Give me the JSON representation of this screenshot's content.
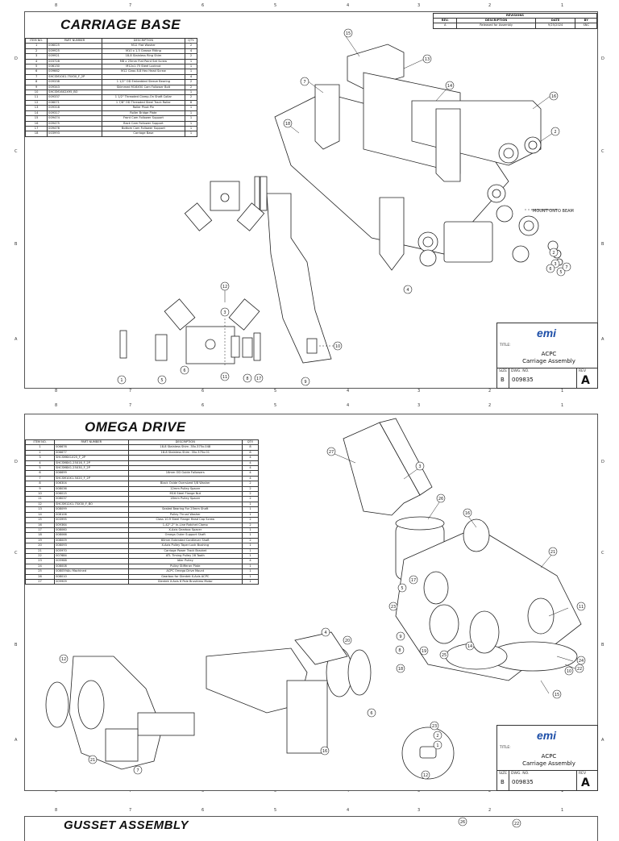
{
  "zones": {
    "columns": [
      "8",
      "7",
      "6",
      "5",
      "4",
      "3",
      "2",
      "1"
    ],
    "rows": [
      "D",
      "C",
      "B",
      "A"
    ]
  },
  "sheet1": {
    "title": "CARRIAGE BASE",
    "bom_headers": [
      "ITEM NO.",
      "PART NUMBER",
      "DESCRIPTION",
      "QTY."
    ],
    "bom_rows": [
      [
        "1",
        "006025",
        "M12 Flat Washer",
        "2"
      ],
      [
        "2",
        "009925",
        "M10 x 1.5 Grease Fitting",
        "4"
      ],
      [
        "3",
        "009921",
        "18-8 Stainless Ring Shim",
        "2"
      ],
      [
        "4",
        "003728",
        "M8 x 25mm Flat Point Set Screw",
        "1"
      ],
      [
        "5",
        "006130",
        "M12x1.75 Steel Locknut",
        "1"
      ],
      [
        "6",
        "009662",
        "M12 Class 8.8 Hex Head Screw",
        "1"
      ],
      [
        "7",
        "SHCSM10X1.75X30_F_2P",
        "",
        "4"
      ],
      [
        "8",
        "009338",
        "1 1/2\" OD Embedded Sleeve Bearing",
        "2"
      ],
      [
        "9",
        "009343",
        "Skimmed M16X50 Cam Follower Bolt",
        "2"
      ],
      [
        "10",
        "SHCSM16X2X95_BO",
        "",
        "1"
      ],
      [
        "11",
        "009337",
        "1 1/2\" Threaded Clamp-On Shaft Collar",
        "2"
      ],
      [
        "12",
        "006071",
        "1 7/8\" OD Threaded Steel Track Roller",
        "8"
      ],
      [
        "13",
        "009318",
        "Roller Pivot Pin",
        "1"
      ],
      [
        "14",
        "009317",
        "Roller Bridge Plate",
        "1"
      ],
      [
        "15",
        "009474",
        "Front Cam Follower Support",
        "1"
      ],
      [
        "16",
        "009475",
        "Back Cam Follower Support",
        "1"
      ],
      [
        "17",
        "009476",
        "Bottom Cam Follower Support",
        "1"
      ],
      [
        "18",
        "003993",
        "Carriage Base",
        "1"
      ]
    ],
    "revisions": {
      "title": "REVISIONS",
      "headers": [
        "REV.",
        "DESCRIPTION",
        "DATE",
        "BY"
      ],
      "row": [
        "A",
        "Released for Assembly",
        "9/25/2024",
        "SNC"
      ]
    },
    "mount_note": "MOUNT ONTO BEAM",
    "callouts": [
      "15",
      "13",
      "7",
      "14",
      "16",
      "18",
      "2",
      "12",
      "4",
      "3",
      "5",
      "1",
      "6",
      "11",
      "8",
      "17",
      "9",
      "10",
      "2",
      "3",
      "5",
      "6",
      "7"
    ]
  },
  "sheet2": {
    "title": "OMEGA DRIVE",
    "bom_headers": [
      "ITEM NO.",
      "PART NUMBER",
      "DESCRIPTION",
      "QTY."
    ],
    "bom_rows": [
      [
        "1",
        "006676",
        "18-8 Stainless Shim .35x.375x.048",
        "8"
      ],
      [
        "2",
        "006677",
        "18-8 Stainless Shim .35x.375x.01",
        "8"
      ],
      [
        "3",
        "SHCSM6X1X25_F_2P",
        "",
        "4"
      ],
      [
        "4",
        "SHCSM8X1.25X16_F_2P",
        "",
        "4"
      ],
      [
        "5",
        "SHCSM8X1.25X30_F_2P",
        "",
        "4"
      ],
      [
        "6",
        "006699",
        "16mm OD Guide Followers",
        "4"
      ],
      [
        "7",
        "SHCSM10X1.5X20_F_2P",
        "",
        "4"
      ],
      [
        "8",
        "006304",
        "Black Oxide Oversized 5/8 Washer",
        "2"
      ],
      [
        "9",
        "008036",
        "12mm Pulley Spacer",
        "2"
      ],
      [
        "10",
        "006015",
        "M16 Steel Flange Nut",
        "2"
      ],
      [
        "11",
        "008037",
        "18mm Pulley Spacer",
        "2"
      ],
      [
        "12",
        "SHCSM12X1.75X30_F_BO",
        "",
        "1"
      ],
      [
        "13",
        "008099",
        "Sealed Bearing For 25mm Shaft",
        "1"
      ],
      [
        "14",
        "008106",
        "Pulley Thrust Washer",
        "1"
      ],
      [
        "15",
        "003995",
        "Class 10.9 Steel Flange Head Cap Screw",
        "2"
      ],
      [
        "16",
        "009364",
        "1-42\"-2\" In-Line Ratchet Clamp",
        "2"
      ],
      [
        "17",
        "008060",
        "X-Axis Gearbox Spacer",
        "1"
      ],
      [
        "18",
        "008066",
        "Omega Outer Support Shaft",
        "1"
      ],
      [
        "19",
        "008009",
        "60mm Extended Cantilever Shaft",
        "2"
      ],
      [
        "20",
        "008093",
        "X-Axis Pulley Taper Lock Bushing",
        "1"
      ],
      [
        "21",
        "005970",
        "Carriage Power Track Bracket",
        "1"
      ],
      [
        "22",
        "007684",
        "ATL Timing Pulley 28 Tooth",
        "1"
      ],
      [
        "23",
        "005988",
        "Idler Pulley",
        "4"
      ],
      [
        "24",
        "008008",
        "Pulley Stiffener Plate",
        "1"
      ],
      [
        "25",
        "008059Alu Machined",
        "ACPC Omega Drive Mount",
        "1"
      ],
      [
        "26",
        "008010",
        "Gearbox for Glentek X-Axis ACPC",
        "1"
      ],
      [
        "27",
        "009909",
        "Glentek X-Axis 6 Pole Brushless Motor",
        "1"
      ]
    ],
    "callouts": [
      "27",
      "3",
      "26",
      "16",
      "21",
      "5",
      "17",
      "11",
      "23",
      "10",
      "9",
      "24",
      "8",
      "19",
      "18",
      "25",
      "14",
      "22",
      "15",
      "12",
      "21",
      "4",
      "7",
      "16",
      "23",
      "2",
      "1",
      "12",
      "6",
      "20"
    ]
  },
  "sheet3": {
    "title": "GUSSET ASSEMBLY",
    "callouts": [
      "26",
      "22"
    ]
  },
  "title_block": {
    "title_label": "TITLE:",
    "logo": "emi",
    "title_line1": "ACPC",
    "title_line2": "Carriage Assembly",
    "size_label": "SIZE",
    "size": "B",
    "dwg_label": "DWG. NO.",
    "dwg_no": "009835",
    "rev_label": "REV",
    "rev": "A"
  },
  "colors": {
    "logo_blue": "#1e4fa8",
    "line": "#333333"
  }
}
